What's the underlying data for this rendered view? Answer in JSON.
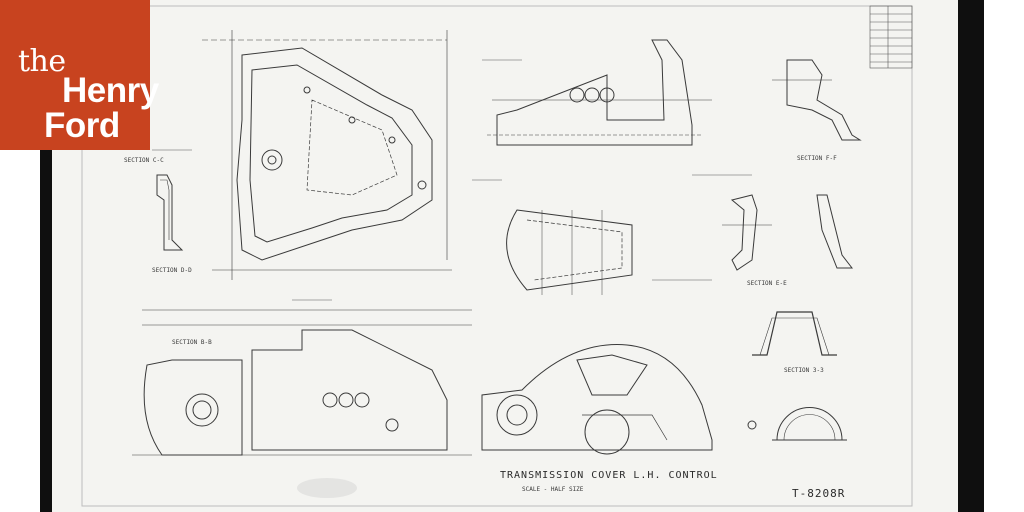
{
  "logo": {
    "line1": "the",
    "line2": "Henry",
    "line3": "Ford",
    "background": "#c8431f",
    "text_color": "#ffffff"
  },
  "drawing": {
    "title": "TRANSMISSION COVER L.H. CONTROL",
    "scale": "SCALE - HALF SIZE",
    "drawing_number": "T-8208R",
    "section_labels": [
      "SECTION C-C",
      "SECTION D-D",
      "SECTION B-B",
      "SECTION 3-3",
      "SECTION E-E",
      "SECTION F-F"
    ]
  },
  "colors": {
    "frame": "#0f0f0f",
    "paper": "#f4f4f1",
    "ink": "#3a3a3a"
  }
}
